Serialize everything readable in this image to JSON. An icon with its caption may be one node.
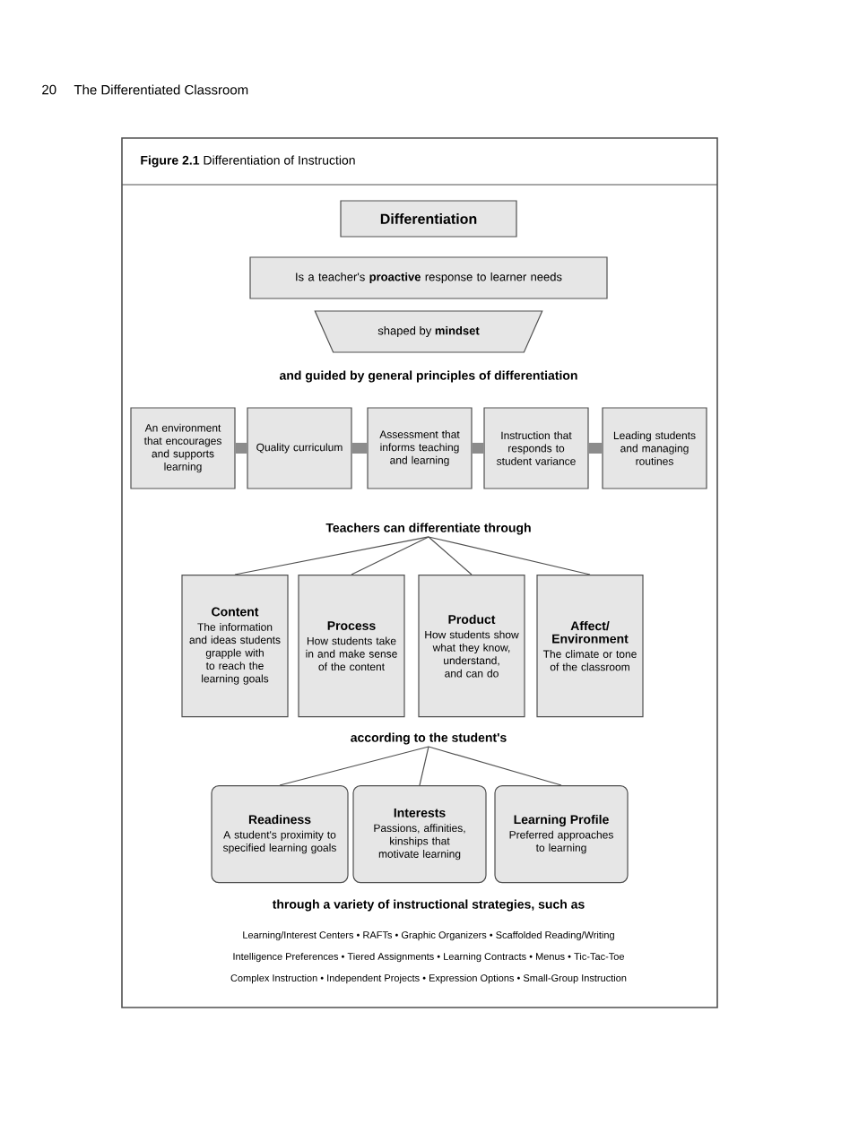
{
  "diagram": {
    "title": "**Figure 2.1** Differentiation of Instruction",
    "nodes": [
      {
        "text": [
          "Differentiation"
        ]
      },
      {
        "text": [
          "Is a teacher's **proactive** response to learner needs"
        ]
      },
      {
        "text": [
          "shaped by **mindset**"
        ]
      },
      {
        "text": [
          "An environment that encourages and supports learning"
        ]
      },
      {
        "text": [
          "Quality curriculum"
        ]
      },
      {
        "text": [
          "Assessment that informs teaching and learning"
        ]
      },
      {
        "text": [
          "Instruction that responds to student variance"
        ]
      },
      {
        "text": [
          "Leading students and managing routines"
        ]
      },
      {
        "text": [
          "Teachers can differentiate through"
        ]
      },
      {
        "text": [
          "Content",
          "The information and ideas students grapple with to reach the learning goals"
        ]
      },
      {
        "text": [
          "Process",
          "How students take in and make sense of the content"
        ]
      },
      {
        "text": [
          "Product",
          "How students show what they know, understand, and can do"
        ]
      },
      {
        "text": [
          "Affect/ Environment",
          "The climate or tone of the classroom"
        ]
      },
      {
        "text": [
          "according to the student's"
        ]
      },
      {
        "text": [
          "Readiness",
          "A student's proximity to specified learning goals"
        ]
      },
      {
        "text": [
          "Interests",
          "Passions, affinities, kinships that motivate learning"
        ]
      },
      {
        "text": [
          "Learning Profile",
          "Preferred approaches to learning"
        ]
      }
    ],
    "edges": [
      {
        "from": 3,
        "to": 4,
        "arrow": "none",
        "style": "thick",
        "color": "#8c8c8c"
      },
      {
        "from": 4,
        "to": 5,
        "arrow": "none",
        "style": "thick",
        "color": "#8c8c8c"
      },
      {
        "from": 5,
        "to": 6,
        "arrow": "none",
        "style": "thick",
        "color": "#8c8c8c"
      },
      {
        "from": 6,
        "to": 7,
        "arrow": "none",
        "style": "thick",
        "color": "#8c8c8c"
      },
      {
        "from": 8,
        "to": 9,
        "arrow": "none"
      },
      {
        "from": 8,
        "to": 10,
        "arrow": "none"
      },
      {
        "from": 8,
        "to": 11,
        "arrow": "none"
      },
      {
        "from": 8,
        "to": 12,
        "arrow": "none"
      },
      {
        "from": 13,
        "to": 14,
        "arrow": "none"
      },
      {
        "from": 13,
        "to": 15,
        "arrow": "none"
      },
      {
        "from": 13,
        "to": 16,
        "arrow": "none"
      }
    ],
    "labels": [
      "20",
      "The Differentiated Classroom",
      "and guided by general principles of differentiation",
      "through a variety of instructional strategies, such as",
      "Learning/Interest Centers • RAFTs • Graphic Organizers • Scaffolded Reading/Writing",
      "Intelligence Preferences • Tiered Assignments • Learning Contracts • Menus • Tic-Tac-Toe",
      "Complex Instruction • Independent Projects • Expression Options • Small-Group Instruction"
    ]
  }
}
